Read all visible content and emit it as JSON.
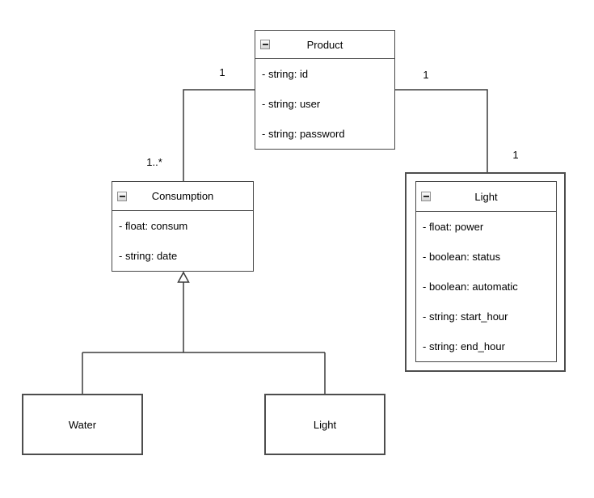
{
  "colors": {
    "background": "#ffffff",
    "box_stroke": "#474747",
    "line_stroke": "#3b3b3b",
    "text": "#000000"
  },
  "classes": [
    {
      "name": "Product",
      "attributes": [
        "- string: id",
        "- string: user",
        "- string: password"
      ]
    },
    {
      "name": "Consumption",
      "attributes": [
        "- float: consum",
        "- string: date"
      ]
    },
    {
      "name": "Light",
      "attributes": [
        "- float: power",
        "- boolean: status",
        "- boolean: automatic",
        "- string: start_hour",
        "- string: end_hour"
      ]
    },
    {
      "name": "Water",
      "attributes": []
    },
    {
      "name": "Light",
      "attributes": []
    }
  ],
  "multiplicities": {
    "product_consumption_product_end": "1",
    "product_consumption_consumption_end": "1..*",
    "product_light_product_end": "1",
    "product_light_light_end": "1"
  }
}
